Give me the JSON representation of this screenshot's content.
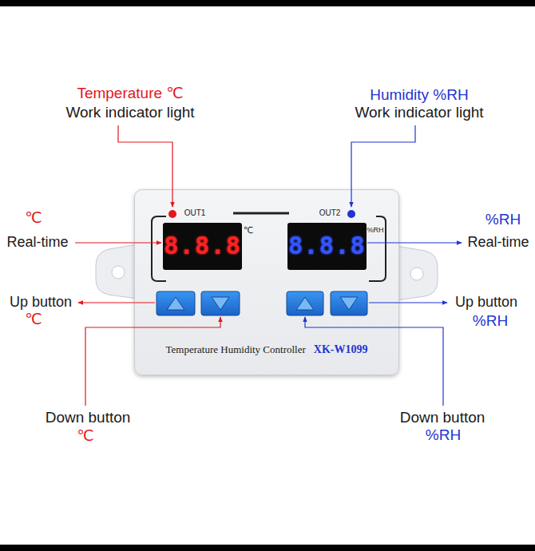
{
  "diagram": {
    "nodes": [
      {
        "text": [
          "Temperature Humidity Controller",
          "XK-W1099"
        ]
      },
      {
        "text": [
          "8.8.8"
        ],
        "in": 0
      },
      {
        "text": [
          "8.8.8"
        ],
        "in": 0
      }
    ],
    "labels": [
      "Temperature ℃",
      "Work indicator light",
      "Humidity %RH",
      "Work indicator light",
      "℃",
      "Real-time",
      "%RH",
      "Real-time",
      "Up button",
      "℃",
      "Up button",
      "%RH",
      "Down button",
      "℃",
      "Down button",
      "%RH",
      "OUT1",
      "OUT2",
      "℃",
      "%RH"
    ]
  }
}
